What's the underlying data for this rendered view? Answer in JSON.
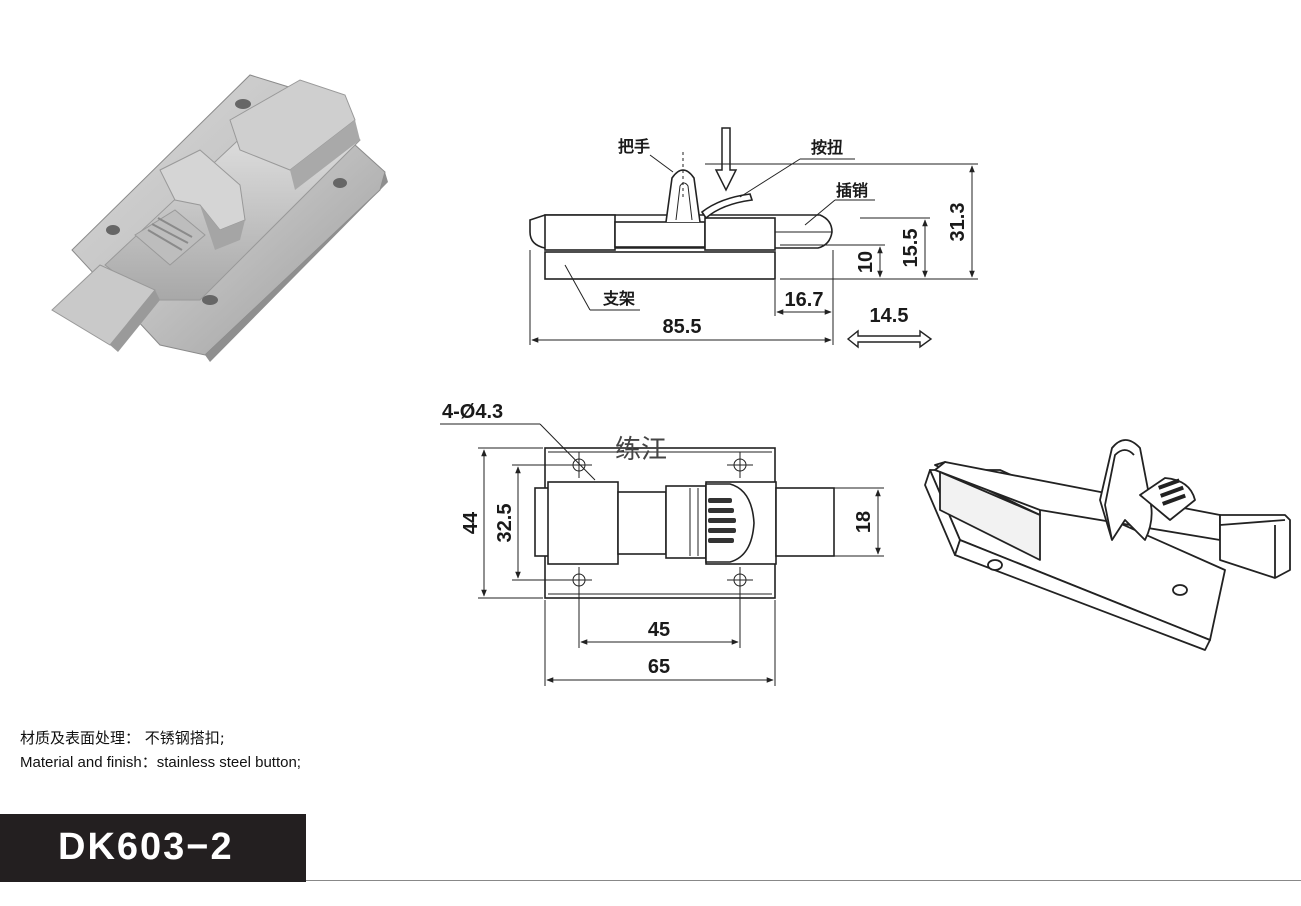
{
  "labels": {
    "handle": "把手",
    "button": "按扭",
    "pin": "插销",
    "bracket": "支架",
    "holes": "4-Ø4.3",
    "watermark": "练江"
  },
  "dimensions": {
    "side": {
      "width": "85.5",
      "height_total": "31.3",
      "height_mid": "15.5",
      "height_low": "10",
      "pin_len": "16.7",
      "travel": "14.5"
    },
    "top": {
      "height": "44",
      "inner_height": "32.5",
      "pin_height": "18",
      "hole_spacing": "45",
      "width": "65"
    }
  },
  "material": {
    "cn": "材质及表面处理： 不锈钢搭扣;",
    "en": "Material and finish：stainless steel button;"
  },
  "model": "DK603−2",
  "colors": {
    "bar": "#231f20",
    "part_fill": "#e0e0e0",
    "line": "#222222"
  }
}
